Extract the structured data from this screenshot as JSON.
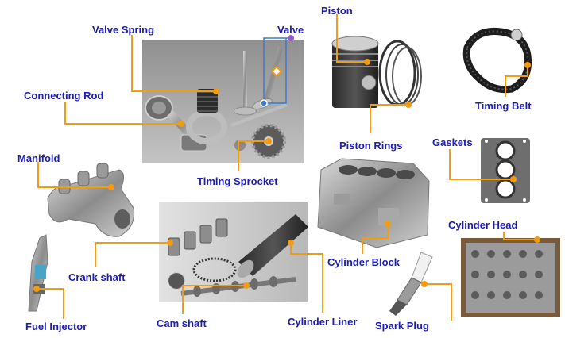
{
  "labels": {
    "valve_spring": "Valve Spring",
    "valve": "Valve",
    "piston": "Piston",
    "timing_belt": "Timing Belt",
    "connecting_rod": "Connecting Rod",
    "piston_rings": "Piston Rings",
    "gaskets": "Gaskets",
    "manifold": "Manifold",
    "timing_sprocket": "Timing Sprocket",
    "cylinder_head": "Cylinder Head",
    "crank_shaft": "Crank shaft",
    "cylinder_block": "Cylinder Block",
    "fuel_injector": "Fuel Injector",
    "cam_shaft": "Cam shaft",
    "cylinder_liner": "Cylinder Liner",
    "spark_plug": "Spark Plug"
  },
  "colors": {
    "label_text": "#1b1bb5",
    "leader_line": "#f39c12",
    "marker_dot": "#f39c12",
    "selection_box": "#3a7bd5",
    "selection_handle": "#9b59d0"
  }
}
